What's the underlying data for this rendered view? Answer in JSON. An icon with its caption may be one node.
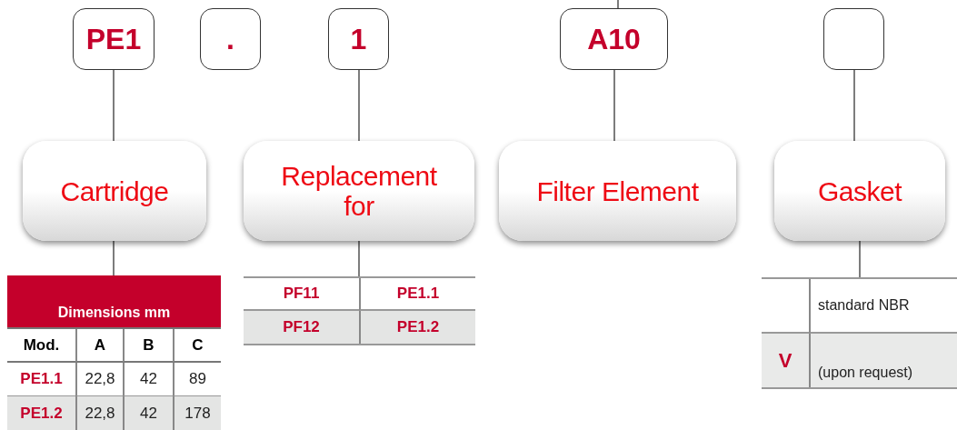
{
  "diagram": {
    "nodes": [
      {
        "text": [
          "PE1"
        ]
      },
      {
        "text": [
          "."
        ]
      },
      {
        "text": [
          "1"
        ]
      },
      {
        "text": [
          "A10"
        ]
      },
      {
        "text": [],
        "shape": "box"
      },
      {
        "text": [
          "Cartridge"
        ]
      },
      {
        "text": [
          "Replacement for"
        ]
      },
      {
        "text": [
          "Filter Element"
        ]
      },
      {
        "text": [
          "Gasket"
        ]
      },
      {
        "text": [
          "Dimensions mm",
          "Mod.",
          "A",
          "B",
          "C",
          "PE1.1",
          "22,8",
          "42",
          "89",
          "PE1.2",
          "22,8",
          "42",
          "178"
        ]
      },
      {
        "text": [
          "PF11",
          "PE1.1",
          "PF12",
          "PE1.2"
        ]
      },
      {
        "text": [
          "standard NBR",
          "V",
          "(upon request)"
        ]
      }
    ],
    "edges": [
      {
        "from": null,
        "to": 3,
        "arrow": "none"
      },
      {
        "from": 0,
        "to": 5,
        "arrow": "none"
      },
      {
        "from": 2,
        "to": 6,
        "arrow": "none"
      },
      {
        "from": 3,
        "to": 7,
        "arrow": "none"
      },
      {
        "from": 4,
        "to": 8,
        "arrow": "none"
      },
      {
        "from": 5,
        "to": 9,
        "arrow": "none"
      },
      {
        "from": 6,
        "to": 10,
        "arrow": "none"
      },
      {
        "from": 8,
        "to": 11,
        "arrow": "none"
      }
    ]
  }
}
